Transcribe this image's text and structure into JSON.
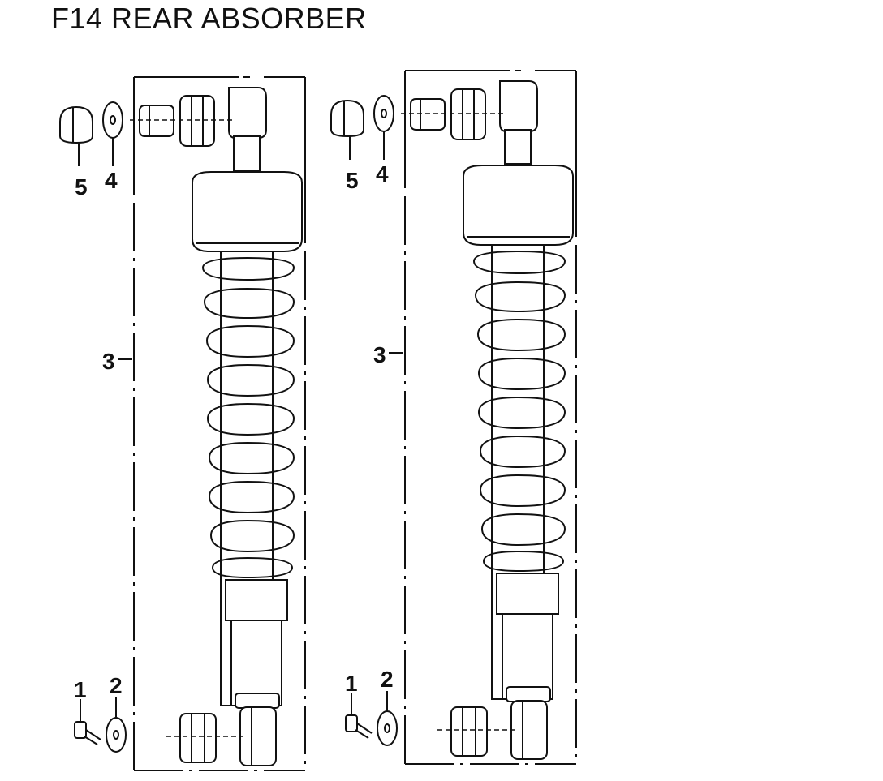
{
  "title": "F14 REAR ABSORBER",
  "assemblies": [
    {
      "name": "left-assembly",
      "callouts": {
        "p1": "1",
        "p2": "2",
        "p3": "3",
        "p4": "4",
        "p5": "5"
      }
    },
    {
      "name": "right-assembly",
      "callouts": {
        "p1": "1",
        "p2": "2",
        "p3": "3",
        "p4": "4",
        "p5": "5"
      }
    }
  ]
}
